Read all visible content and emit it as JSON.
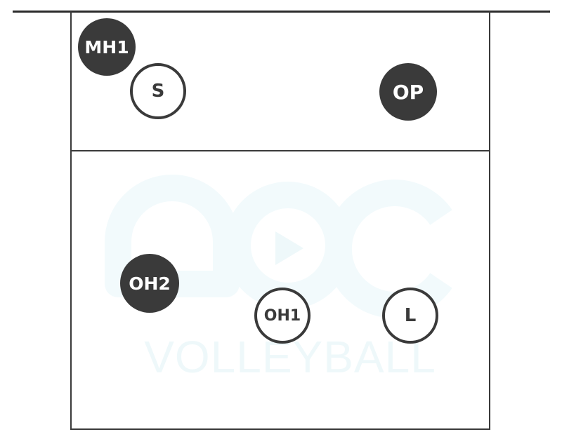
{
  "watermark": {
    "text": "VOLLEYBALL",
    "color": "#eef8fa"
  },
  "colors": {
    "line": "#3a3a3a",
    "player": "#3a3a3a",
    "background": "#ffffff"
  },
  "players": {
    "mh1": "MH1",
    "s": "S",
    "op": "OP",
    "oh2": "OH2",
    "oh1": "OH1",
    "l": "L"
  }
}
